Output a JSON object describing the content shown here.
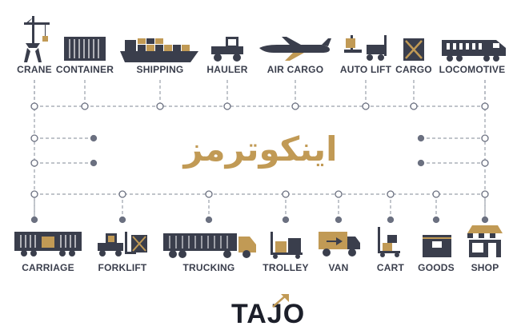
{
  "top_items": [
    {
      "id": "crane",
      "label": "CRANE",
      "icon": "crane-icon"
    },
    {
      "id": "container",
      "label": "CONTAINER",
      "icon": "container-icon"
    },
    {
      "id": "shipping",
      "label": "SHIPPING",
      "icon": "ship-icon"
    },
    {
      "id": "hauler",
      "label": "HAULER",
      "icon": "hauler-icon"
    },
    {
      "id": "air-cargo",
      "label": "AIR CARGO",
      "icon": "airplane-icon"
    },
    {
      "id": "auto-lift",
      "label": "AUTO LIFT",
      "icon": "auto-lift-icon"
    },
    {
      "id": "cargo",
      "label": "CARGO",
      "icon": "cargo-box-icon"
    },
    {
      "id": "locomotive",
      "label": "LOCOMOTIVE",
      "icon": "locomotive-icon"
    }
  ],
  "bottom_items": [
    {
      "id": "carriage",
      "label": "CARRIAGE",
      "icon": "carriage-icon"
    },
    {
      "id": "forklift",
      "label": "FORKLIFT",
      "icon": "forklift-icon"
    },
    {
      "id": "trucking",
      "label": "TRUCKING",
      "icon": "truck-icon"
    },
    {
      "id": "trolley",
      "label": "TROLLEY",
      "icon": "trolley-icon"
    },
    {
      "id": "van",
      "label": "VAN",
      "icon": "van-icon"
    },
    {
      "id": "cart",
      "label": "CART",
      "icon": "cart-icon"
    },
    {
      "id": "goods",
      "label": "GOODS",
      "icon": "goods-icon"
    },
    {
      "id": "shop",
      "label": "SHOP",
      "icon": "shop-icon"
    }
  ],
  "title": "اینکوترمز",
  "brand": {
    "name": "TAJO"
  },
  "colors": {
    "dark": "#3a3e4c",
    "gold": "#c19a55",
    "line": "#9aa0ab"
  }
}
